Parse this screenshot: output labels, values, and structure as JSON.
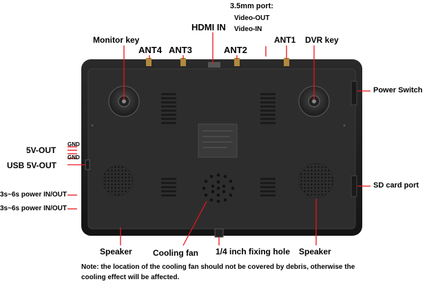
{
  "labels": {
    "port_35mm": "3.5mm port:",
    "video_out": "Video-OUT",
    "video_in": "Video-IN",
    "hdmi_in": "HDMI IN",
    "monitor_key": "Monitor key",
    "ant4": "ANT4",
    "ant3": "ANT3",
    "ant2": "ANT2",
    "ant1": "ANT1",
    "dvr_key": "DVR key",
    "power_switch": "Power Switch",
    "gnd_1": "GND",
    "v5_out": "5V-OUT",
    "gnd_2": "GND",
    "usb_5v_out": "USB 5V-OUT",
    "power_in_out_1": "3s~6s power IN/OUT",
    "power_in_out_2": "3s~6s power IN/OUT",
    "sd_card_port": "SD card port",
    "speaker_left": "Speaker",
    "cooling_fan": "Cooling fan",
    "fixing_hole": "1/4 inch fixing hole",
    "speaker_right": "Speaker"
  },
  "note": "Note: the location of the cooling fan should not be covered by debris, otherwise the cooling effect will be affected.",
  "colors": {
    "pointer": "#e8141c",
    "body": "#1b1b1b",
    "panel": "#2b2b2b"
  }
}
